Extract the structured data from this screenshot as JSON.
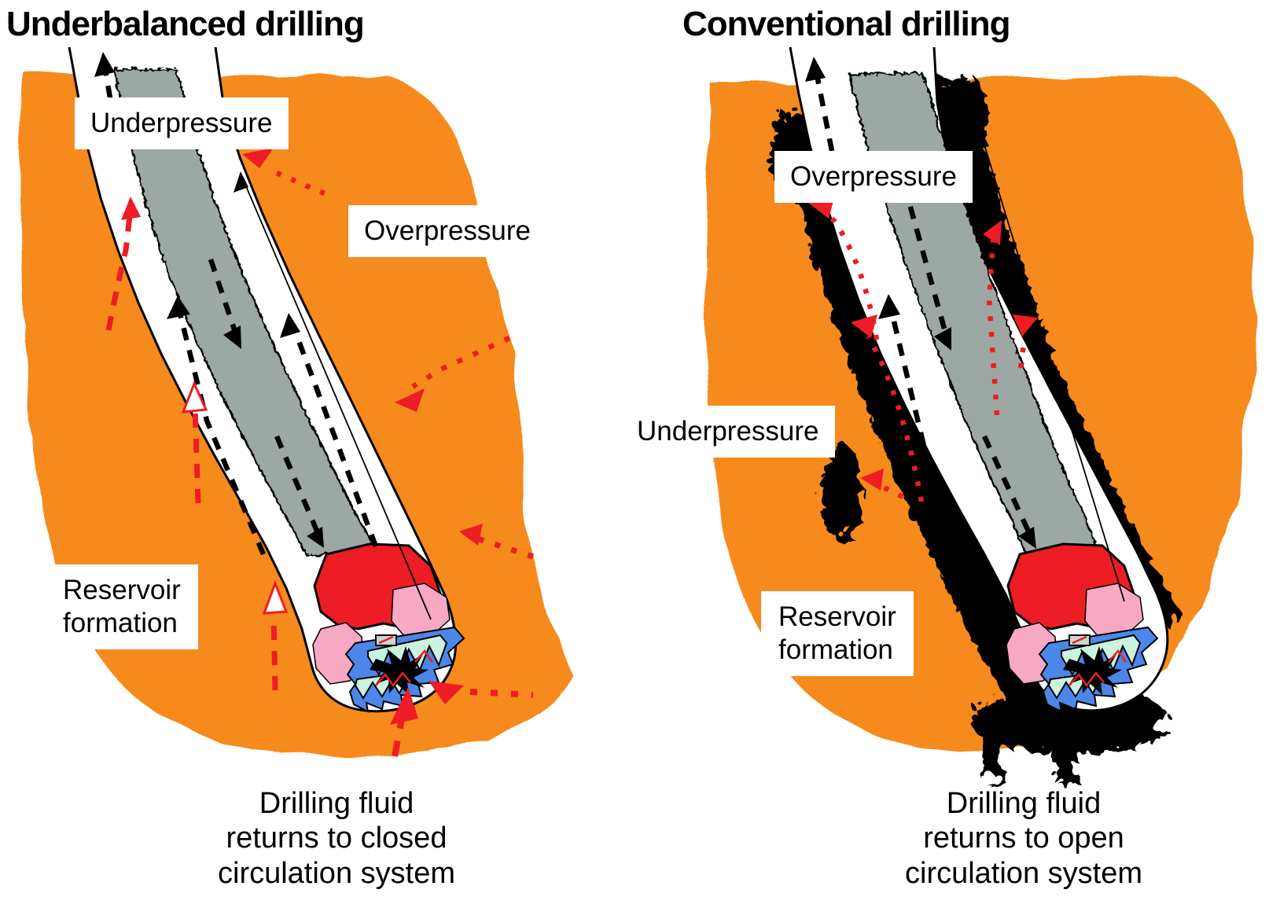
{
  "figure_title": "Underbalanced vs conventional drilling comparison diagram",
  "colors": {
    "formation": "#F68A1E",
    "pipe": "#9DA8A4",
    "ink": "#000000",
    "bit_red": "#EE1C24",
    "bit_pink": "#F7A8C2",
    "bit_blue": "#4C86E8",
    "bit_mint": "#C9F3DC",
    "arrow_red": "#EE1C24",
    "label_bg": "#FFFFFF",
    "text": "#000000"
  },
  "left_panel": {
    "title": "Underbalanced drilling",
    "pressure_label_top": "Underpressure",
    "pressure_label_side": "Overpressure",
    "reservoir_label_line1": "Reservoir",
    "reservoir_label_line2": "formation",
    "caption_line1": "Drilling fluid",
    "caption_line2": "returns to closed",
    "caption_line3": "circulation system"
  },
  "right_panel": {
    "title": "Conventional drilling",
    "pressure_label_top": "Overpressure",
    "pressure_label_side": "Underpressure",
    "reservoir_label_line1": "Reservoir",
    "reservoir_label_line2": "formation",
    "caption_line1": "Drilling fluid",
    "caption_line2": "returns to open",
    "caption_line3": "circulation system"
  }
}
